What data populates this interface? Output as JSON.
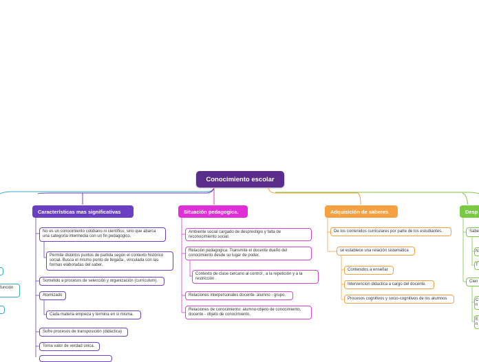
{
  "root": {
    "label": "Conocimiento escolar",
    "color": "#5b2d8a"
  },
  "colors": {
    "purple": "#6a3fc2",
    "magenta": "#e12fd8",
    "orange": "#f5a142",
    "green": "#7ac943",
    "teal": "#3aa8c6"
  },
  "branches": [
    {
      "title": "Características mas significativas",
      "items": [
        "No es un conocimiento cotidiano ni científico, sino que abarca una categoría intermedia con un fin pedagogico.",
        "Permite distintos puntos de partida según el contexto histórico social. Busca el mismo punto de llegada , vinculada con las formas elaboradas del saber.",
        "Sometido a procesos de selección y organización (currículum).",
        "Atomizado",
        "Cada materia empieza y termina en si misma.",
        "Sufre procesos de transposición (didáctica)",
        "Toma valor de verdad única."
      ]
    },
    {
      "title": "Situación pedagogica.",
      "items": [
        "Ambiente social cargado de desprestigio y falta de reconocimiento social.",
        "Relación pedagogica: Transmite el docente dueño del conocimiento desde su lugar de poder.",
        "Contexto de clase cercano al control , a la repetición y a la restricción .",
        "Relaciones interpersonales docente- alumno - grupo.",
        "Relaciones de conocimiento: alumno-objeto de conocimiento, docente - objeto de conocimiento."
      ]
    },
    {
      "title": "Adquisición de saberes",
      "items": [
        "De los contenidos curriculares por parte de los estudiantes.",
        "se establece una relación sistemática",
        "Contenidos a enseñar",
        "Intervencion didactica a cargo del docente.",
        "Procesos cognitivos y socio-cognitivos de los alumnos"
      ]
    },
    {
      "title": "Desp",
      "items": [
        "Sabe",
        "N",
        "T",
        "Cien",
        "C\nn",
        "E\nn"
      ]
    }
  ],
  "left_fragments": [
    "función"
  ]
}
